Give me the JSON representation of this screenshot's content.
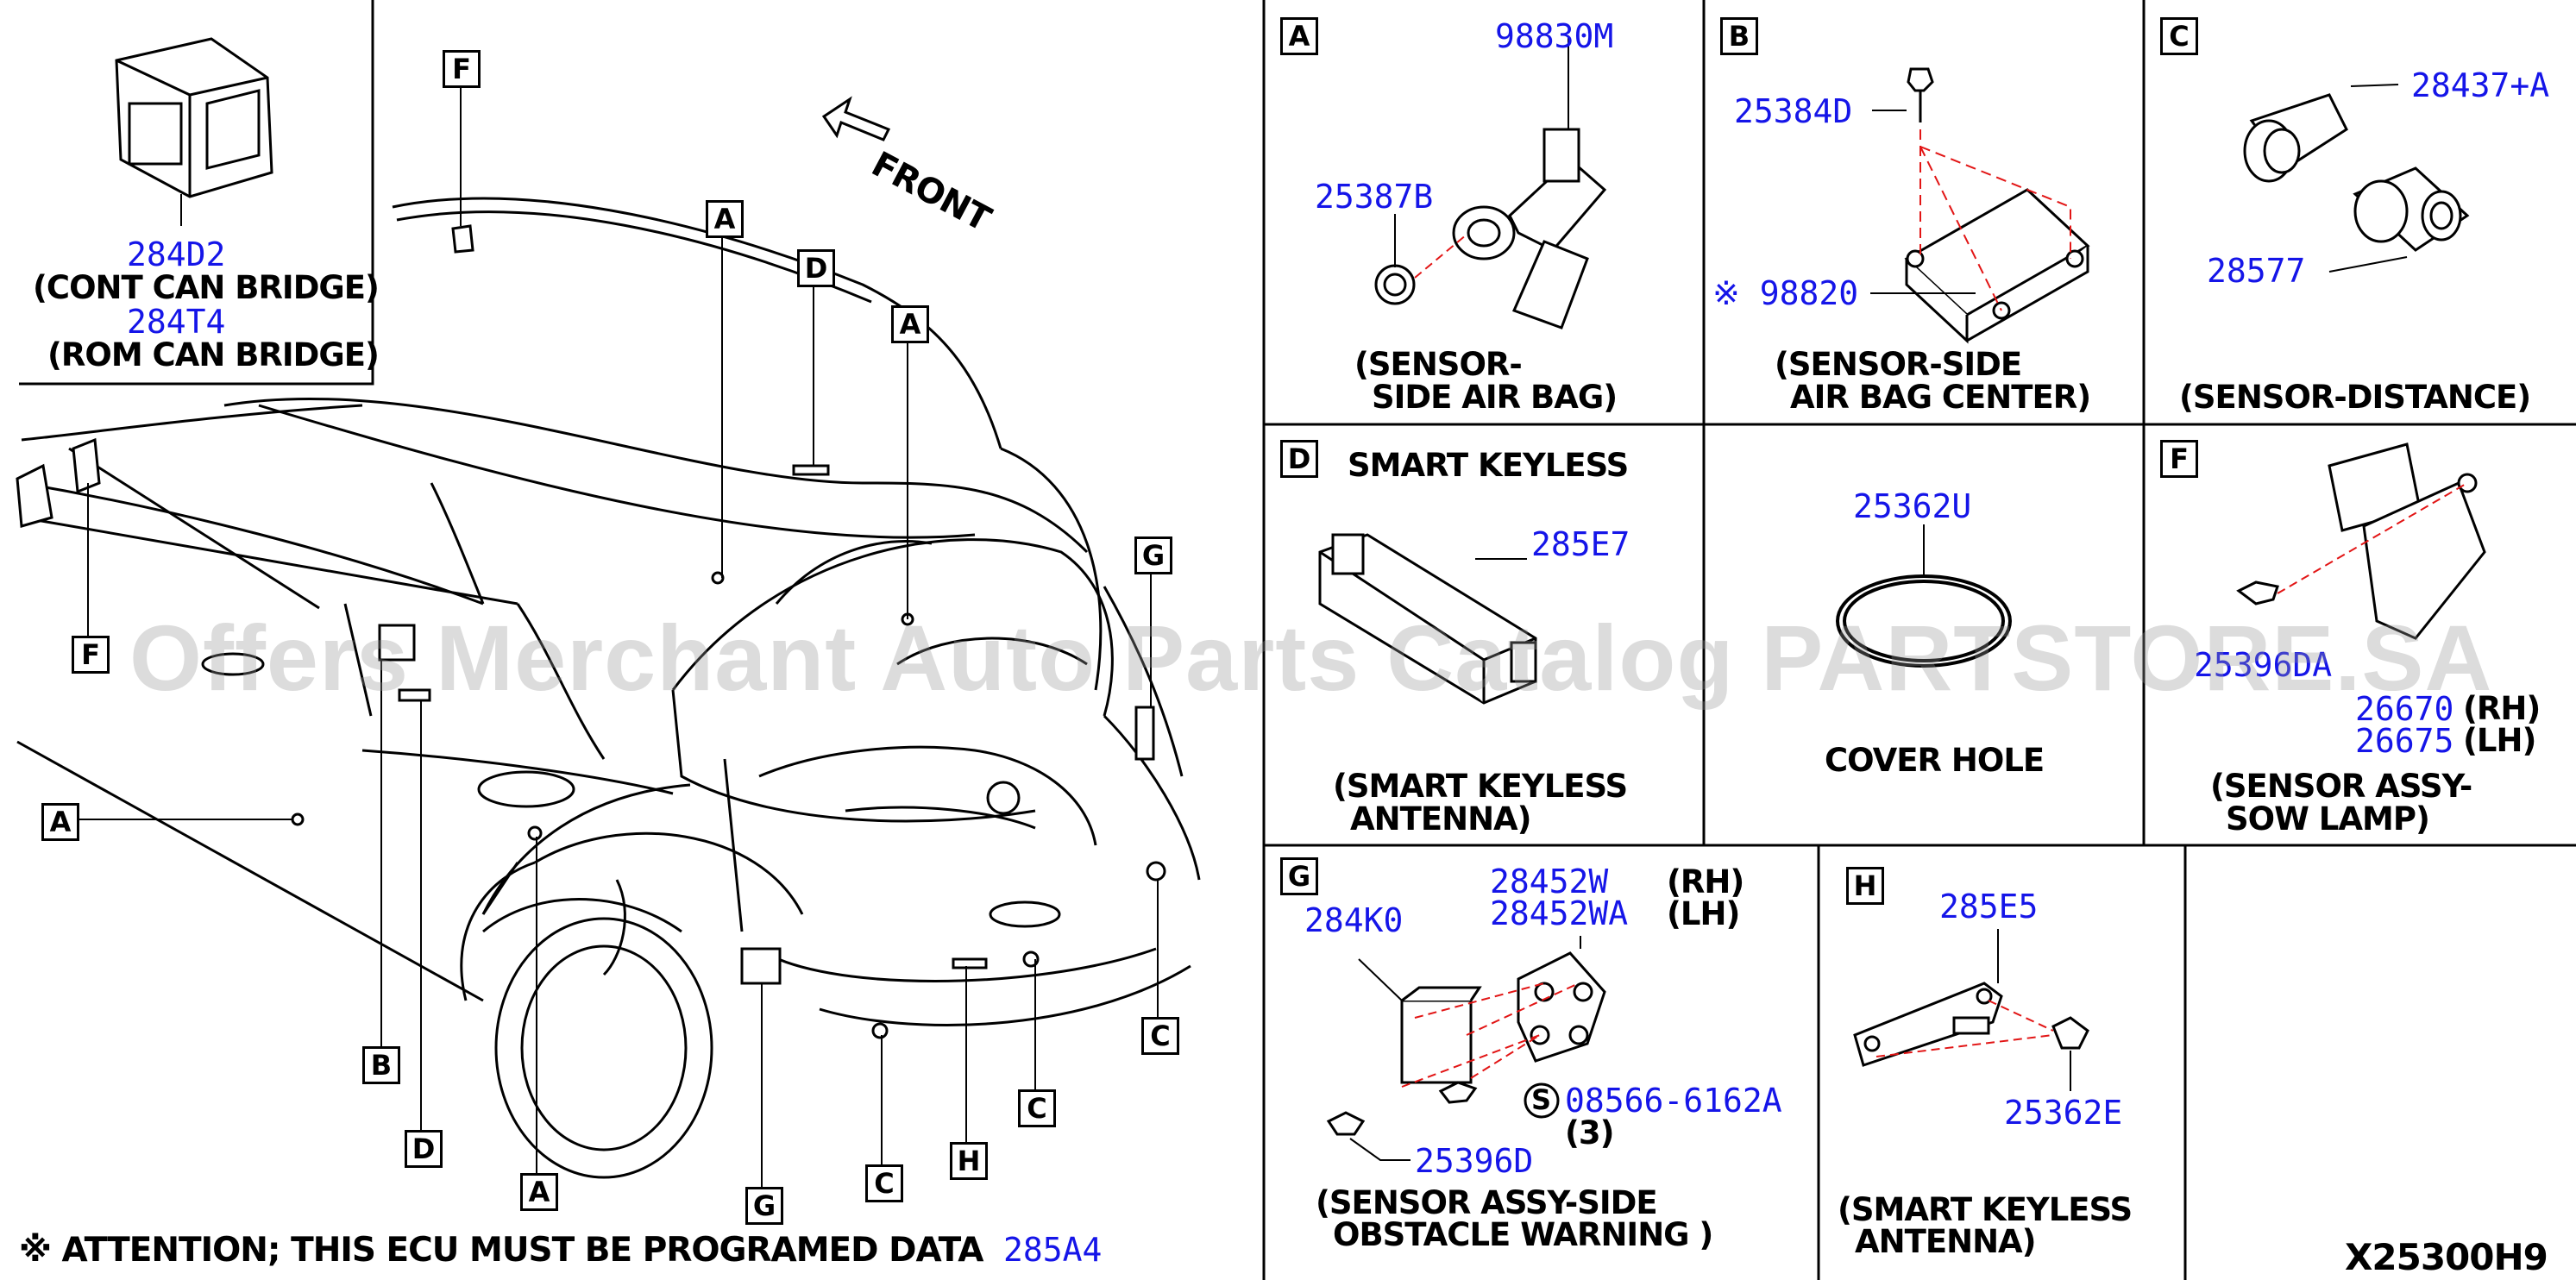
{
  "diagram_code": "X25300H9",
  "attention": "※ ATTENTION; THIS ECU MUST BE PROGRAMED DATA",
  "bottom_part": "285A4",
  "front_label": "FRONT",
  "watermark": "Offers Merchant Auto Parts Catalog PARTSTORE.SA",
  "main": {
    "part_284d2": "284D2",
    "cont_can": "(CONT CAN BRIDGE)",
    "part_284t4": "284T4",
    "rom_can": "(ROM CAN BRIDGE)",
    "callouts": {
      "a1": "A",
      "a2": "A",
      "a3": "A",
      "a4": "A",
      "b": "B",
      "c1": "C",
      "c2": "C",
      "c3": "C",
      "d1": "D",
      "d2": "D",
      "f1": "F",
      "f2": "F",
      "g1": "G",
      "g2": "G",
      "h": "H"
    }
  },
  "panels": {
    "a": {
      "letter": "A",
      "part1": "98830M",
      "part2": "25387B",
      "cap1": "(SENSOR-",
      "cap2": "SIDE AIR BAG)"
    },
    "b": {
      "letter": "B",
      "part1": "25384D",
      "part2": "※ 98820",
      "cap1": "(SENSOR-SIDE",
      "cap2": "AIR BAG CENTER)"
    },
    "c": {
      "letter": "C",
      "part1": "28437+A",
      "part2": "28577",
      "cap1": "(SENSOR-DISTANCE)"
    },
    "d": {
      "letter": "D",
      "title": "SMART KEYLESS",
      "part1": "285E7",
      "cap1": "(SMART KEYLESS",
      "cap2": "ANTENNA)"
    },
    "e": {
      "part1": "25362U",
      "cap1": "COVER HOLE"
    },
    "f": {
      "letter": "F",
      "part1": "25396DA",
      "part2": "26670",
      "part2_side": "(RH)",
      "part3": "26675",
      "part3_side": "(LH)",
      "cap1": "(SENSOR ASSY-",
      "cap2": "SOW LAMP)"
    },
    "g": {
      "letter": "G",
      "part1": "28452W",
      "part1_side": "(RH)",
      "part2": "28452WA",
      "part2_side": "(LH)",
      "part3": "284K0",
      "part4": "08566-6162A",
      "part4_qty": "(3)",
      "part5": "25396D",
      "s_mark": "S",
      "cap1": "(SENSOR ASSY-SIDE",
      "cap2": "OBSTACLE WARNING )"
    },
    "h": {
      "letter": "H",
      "part1": "285E5",
      "part2": "25362E",
      "cap1": "(SMART KEYLESS",
      "cap2": "ANTENNA)"
    }
  }
}
